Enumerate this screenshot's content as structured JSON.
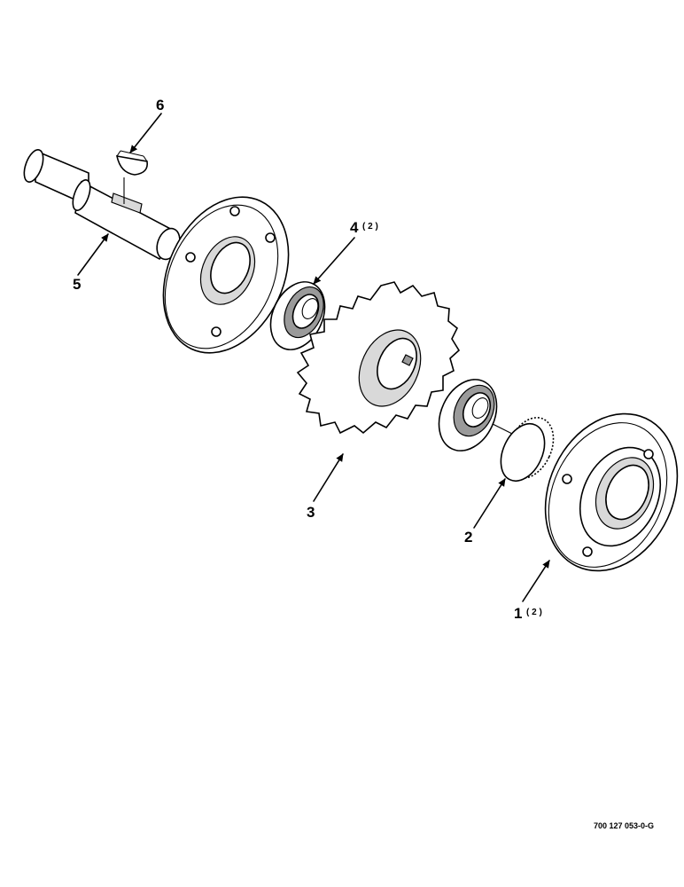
{
  "callouts": [
    {
      "id": "1",
      "number": "1",
      "qty": "( 2 )"
    },
    {
      "id": "2",
      "number": "2",
      "qty": ""
    },
    {
      "id": "3",
      "number": "3",
      "qty": ""
    },
    {
      "id": "4",
      "number": "4",
      "qty": "( 2 )"
    },
    {
      "id": "5",
      "number": "5",
      "qty": ""
    },
    {
      "id": "6",
      "number": "6",
      "qty": ""
    }
  ],
  "drawing_code": "700 127 053-0-G"
}
